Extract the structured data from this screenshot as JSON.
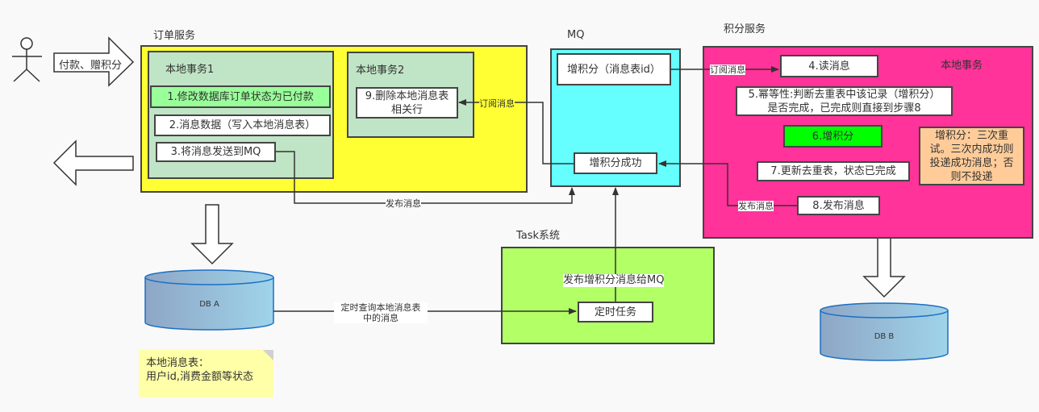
{
  "actor": {
    "arrow_label": "付款、赠积分"
  },
  "order_service": {
    "title": "订单服务",
    "tx1": {
      "title": "本地事务1",
      "step1": "1.修改数据库订单状态为已付款",
      "step2": "2.消息数据（写入本地消息表）",
      "step3": "3.将消息发送到MQ"
    },
    "tx2": {
      "title": "本地事务2",
      "step9": "9.删除本地消息表相关行"
    }
  },
  "mq": {
    "title": "MQ",
    "msg_add_points": "增积分（消息表id）",
    "msg_add_points_success": "增积分成功"
  },
  "points_service": {
    "title": "积分服务",
    "local_tx_label": "本地事务",
    "step4": "4.读消息",
    "step5_line1": "5.幂等性:判断去重表中该记录（增积分）",
    "step5_line2": "是否完成，已完成则直接到步骤8",
    "step6": "6.增积分",
    "step7": "7.更新去重表，状态已完成",
    "step8": "8.发布消息",
    "retry_note": "增积分：三次重试。三次内成功则投递成功消息；否则不投递"
  },
  "task_system": {
    "title": "Task系统",
    "edge_label": "发布增积分消息给MQ",
    "timer": "定时任务"
  },
  "edges": {
    "subscribe_to_tx2": "订阅消息",
    "publish_from_order": "发布消息",
    "subscribe_to_points": "订阅消息",
    "publish_from_points": "发布消息",
    "poll_local_table_line1": "定时查询本地消息表",
    "poll_local_table_line2": "中的消息"
  },
  "databases": {
    "db_a": "DB A",
    "db_b": "DB B"
  },
  "note": {
    "line1": "本地消息表：",
    "line2": "用户id,消费金额等状态"
  },
  "colors": {
    "order_service_bg": "#ffff33",
    "local_tx_bg": "#c0e4c6",
    "step1_bg": "#99ff99",
    "mq_bg": "#66ffff",
    "points_service_bg": "#ff3399",
    "step6_bg": "#00ff00",
    "retry_note_bg": "#ffcc99",
    "task_bg": "#b3ff66",
    "note_bg": "#ffffa8"
  }
}
